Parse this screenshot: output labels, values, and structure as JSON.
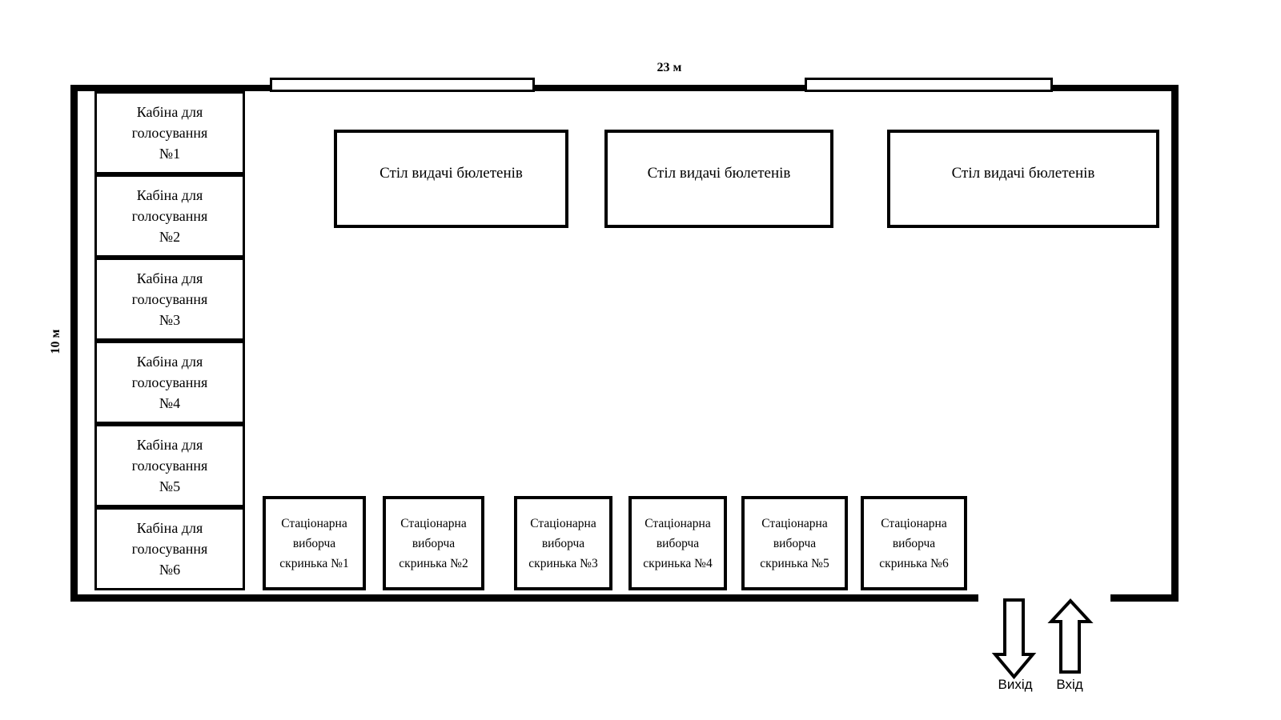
{
  "dimensions": {
    "room_width": "23 м",
    "room_height": "10 м"
  },
  "ballot_tables": [
    {
      "label": "Стіл видачі бюлетенів"
    },
    {
      "label": "Стіл видачі бюлетенів"
    },
    {
      "label": "Стіл видачі бюлетенів"
    }
  ],
  "voting_booths": [
    {
      "label": "Кабіна для\nголосування\n№1"
    },
    {
      "label": "Кабіна для\nголосування\n№2"
    },
    {
      "label": "Кабіна для\nголосування\n№3"
    },
    {
      "label": "Кабіна для\nголосування\n№4"
    },
    {
      "label": "Кабіна для\nголосування\n№5"
    },
    {
      "label": "Кабіна для\nголосування\n№6"
    }
  ],
  "ballot_boxes": [
    {
      "label": "Стаціонарна\nвиборча\nскринька №1"
    },
    {
      "label": "Стаціонарна\nвиборча\nскринька №2"
    },
    {
      "label": "Стаціонарна\nвиборча\nскринька №3"
    },
    {
      "label": "Стаціонарна\nвиборча\nскринька №4"
    },
    {
      "label": "Стаціонарна\nвиборча\nскринька №5"
    },
    {
      "label": "Стаціонарна\nвиборча\nскринька №6"
    }
  ],
  "doors": {
    "exit_label": "Вихід",
    "entrance_label": "Вхід"
  },
  "colors": {
    "line": "#000000",
    "background": "#ffffff"
  }
}
